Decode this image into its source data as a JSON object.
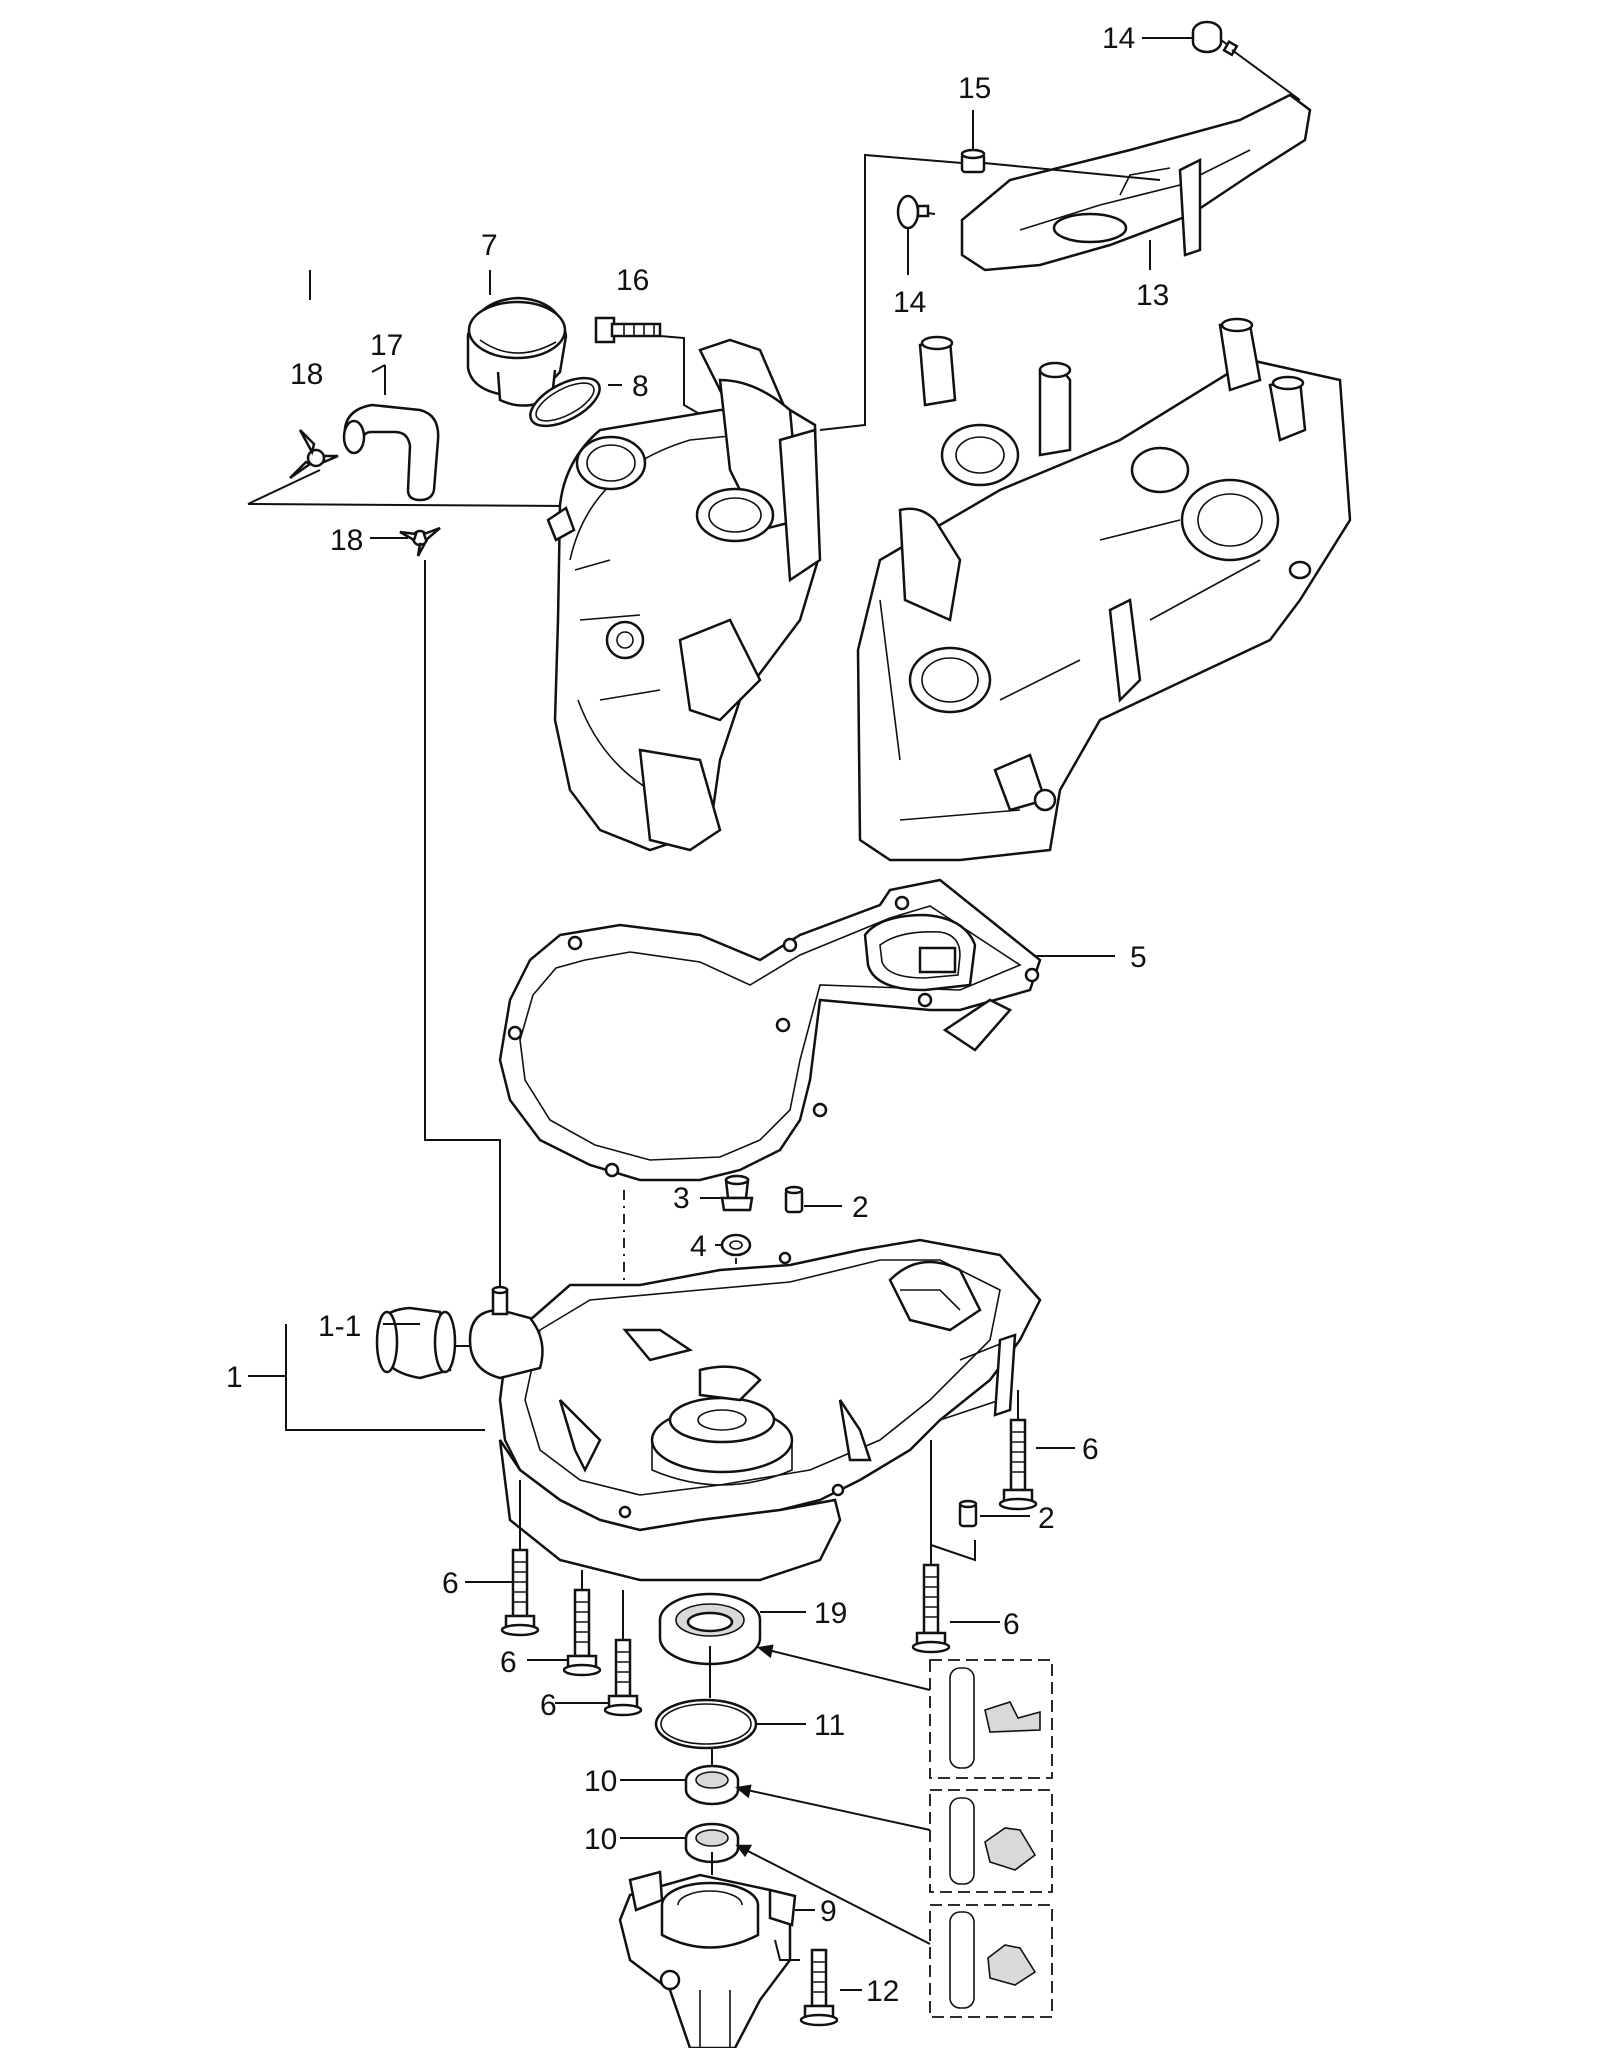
{
  "diagram": {
    "callouts": {
      "c14a": "14",
      "c15": "15",
      "c14b": "14",
      "c13": "13",
      "c7": "7",
      "c16": "16",
      "c17": "17",
      "c18a": "18",
      "c8": "8",
      "c18b": "18",
      "c5": "5",
      "c3": "3",
      "c2a": "2",
      "c4": "4",
      "c1": "1",
      "c1_1": "1-1",
      "c6a": "6",
      "c2b": "2",
      "c6b": "6",
      "c19": "19",
      "c6c": "6",
      "c6d": "6",
      "c6e": "6",
      "c11": "11",
      "c10a": "10",
      "c10b": "10",
      "c9": "9",
      "c12": "12"
    }
  }
}
